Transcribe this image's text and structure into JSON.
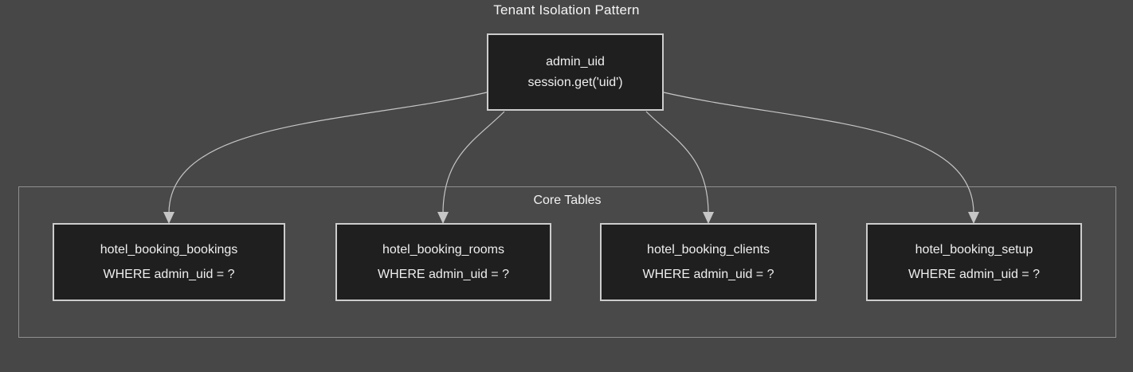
{
  "diagram": {
    "title": "Tenant Isolation Pattern",
    "root_node": {
      "line1": "admin_uid",
      "line2": "session.get('uid')"
    },
    "container": {
      "label": "Core Tables"
    },
    "tables": [
      {
        "name": "hotel_booking_bookings",
        "clause": "WHERE admin_uid = ?"
      },
      {
        "name": "hotel_booking_rooms",
        "clause": "WHERE admin_uid = ?"
      },
      {
        "name": "hotel_booking_clients",
        "clause": "WHERE admin_uid = ?"
      },
      {
        "name": "hotel_booking_setup",
        "clause": "WHERE admin_uid = ?"
      }
    ],
    "edges": [
      {
        "from": "admin_uid",
        "to": "hotel_booking_bookings"
      },
      {
        "from": "admin_uid",
        "to": "hotel_booking_rooms"
      },
      {
        "from": "admin_uid",
        "to": "hotel_booking_clients"
      },
      {
        "from": "admin_uid",
        "to": "hotel_booking_setup"
      }
    ],
    "colors": {
      "background": "#474747",
      "node_fill": "#1f1f1f",
      "node_border": "#cccccc",
      "container_border": "#8f8f8f",
      "edge": "#c6c6c6",
      "text": "#efefef"
    }
  }
}
